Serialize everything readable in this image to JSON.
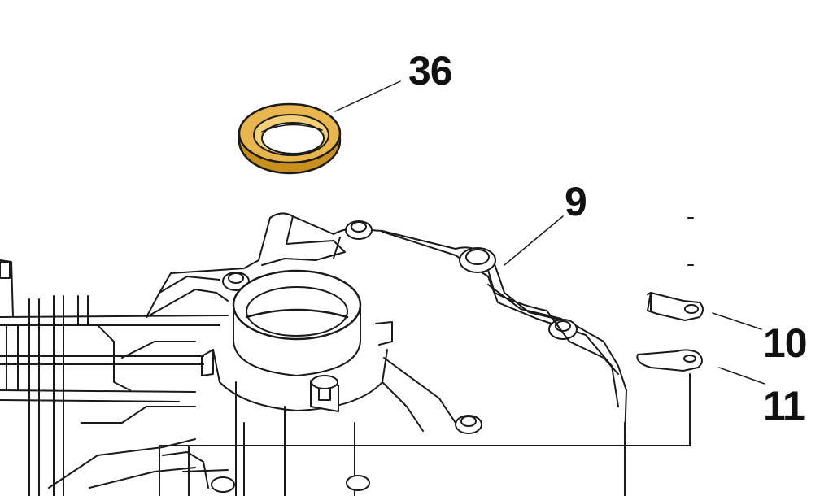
{
  "callouts": {
    "oil_seal": "36",
    "cover": "9",
    "bracket": "10",
    "clip": "11"
  },
  "colors": {
    "seal": "#e8b64c",
    "seal_dark": "#c98f1c",
    "line": "#1a1a1a",
    "background": "#ffffff"
  }
}
